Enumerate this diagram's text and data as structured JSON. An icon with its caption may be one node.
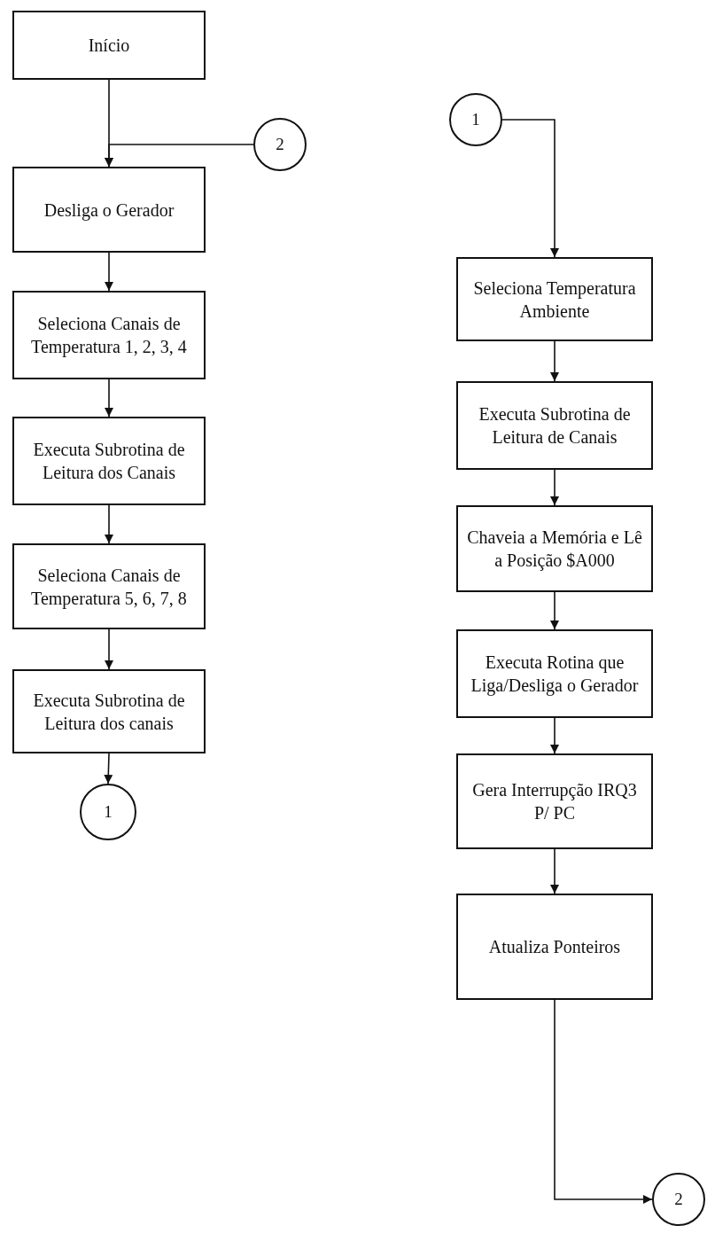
{
  "diagram": {
    "nodes": [
      {
        "text": [
          "Início"
        ]
      },
      {
        "text": [
          "2"
        ]
      },
      {
        "text": [
          "Desliga o Gerador"
        ]
      },
      {
        "text": [
          "Seleciona Canais de Temperatura 1, 2, 3, 4"
        ]
      },
      {
        "text": [
          "Executa Subrotina de Leitura dos Canais"
        ]
      },
      {
        "text": [
          "Seleciona Canais de Temperatura 5, 6, 7, 8"
        ]
      },
      {
        "text": [
          "Executa Subrotina de Leitura dos canais"
        ]
      },
      {
        "text": [
          "1"
        ]
      },
      {
        "text": [
          "1"
        ]
      },
      {
        "text": [
          "Seleciona Temperatura Ambiente"
        ]
      },
      {
        "text": [
          "Executa Subrotina de Leitura de Canais"
        ]
      },
      {
        "text": [
          "Chaveia a Memória e Lê a Posição $A000"
        ]
      },
      {
        "text": [
          "Executa Rotina que Liga/Desliga o Gerador"
        ]
      },
      {
        "text": [
          "Gera Interrupção IRQ3 P/ PC"
        ]
      },
      {
        "text": [
          "Atualiza Ponteiros"
        ]
      },
      {
        "text": [
          "2"
        ]
      }
    ],
    "edges": [
      {
        "from": 0,
        "to": 2,
        "arrow": "to"
      },
      {
        "from": 1,
        "to": 2,
        "arrow": "to"
      },
      {
        "from": 2,
        "to": 3,
        "arrow": "to"
      },
      {
        "from": 3,
        "to": 4,
        "arrow": "to"
      },
      {
        "from": 4,
        "to": 5,
        "arrow": "to"
      },
      {
        "from": 5,
        "to": 6,
        "arrow": "to"
      },
      {
        "from": 6,
        "to": 7,
        "arrow": "to"
      },
      {
        "from": 8,
        "to": 9,
        "arrow": "to"
      },
      {
        "from": 9,
        "to": 10,
        "arrow": "to"
      },
      {
        "from": 10,
        "to": 11,
        "arrow": "to"
      },
      {
        "from": 11,
        "to": 12,
        "arrow": "to"
      },
      {
        "from": 12,
        "to": 13,
        "arrow": "to"
      },
      {
        "from": 13,
        "to": 14,
        "arrow": "to"
      },
      {
        "from": 14,
        "to": 15,
        "arrow": "to"
      }
    ]
  }
}
